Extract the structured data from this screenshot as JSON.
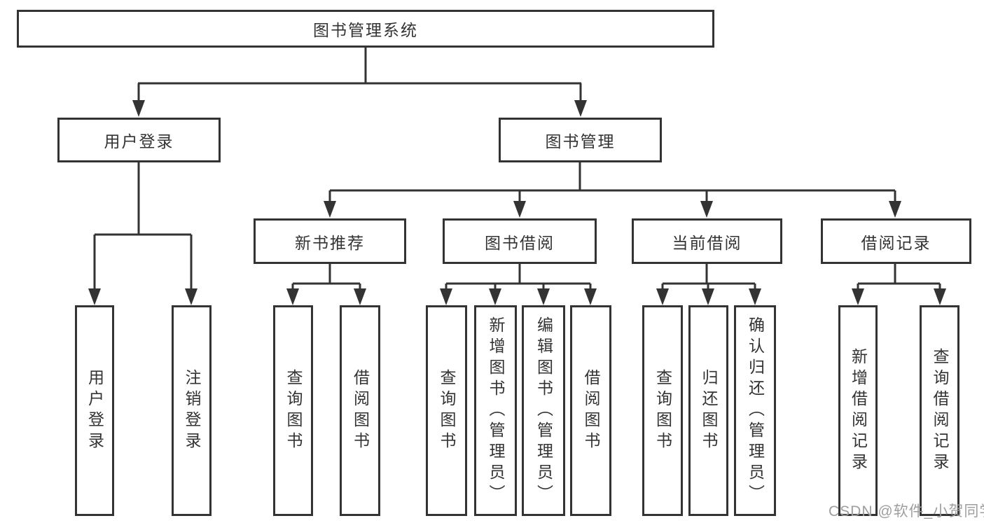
{
  "diagram_title": "图书管理系统",
  "diagram_type": "hierarchical function tree",
  "colors": {
    "background": "#ffffff",
    "line": "#333333",
    "box_border": "#333333",
    "text": "#333333",
    "watermark": "#9e9e9e"
  },
  "tree": {
    "label": "图书管理系统",
    "children": [
      {
        "label": "用户登录",
        "children": [
          {
            "label": "用户登录"
          },
          {
            "label": "注销登录"
          }
        ]
      },
      {
        "label": "图书管理",
        "children": [
          {
            "label": "新书推荐",
            "children": [
              {
                "label": "查询图书"
              },
              {
                "label": "借阅图书"
              }
            ]
          },
          {
            "label": "图书借阅",
            "children": [
              {
                "label": "查询图书"
              },
              {
                "label": "新增图书（管理员）"
              },
              {
                "label": "编辑图书（管理员）"
              },
              {
                "label": "借阅图书"
              }
            ]
          },
          {
            "label": "当前借阅",
            "children": [
              {
                "label": "查询图书"
              },
              {
                "label": "归还图书"
              },
              {
                "label": "确认归还（管理员）"
              }
            ]
          },
          {
            "label": "借阅记录",
            "children": [
              {
                "label": "新增借阅记录"
              },
              {
                "label": "查询借阅记录"
              }
            ]
          }
        ]
      }
    ]
  },
  "watermark": {
    "text": "CSDN @软件_小贺同学"
  }
}
